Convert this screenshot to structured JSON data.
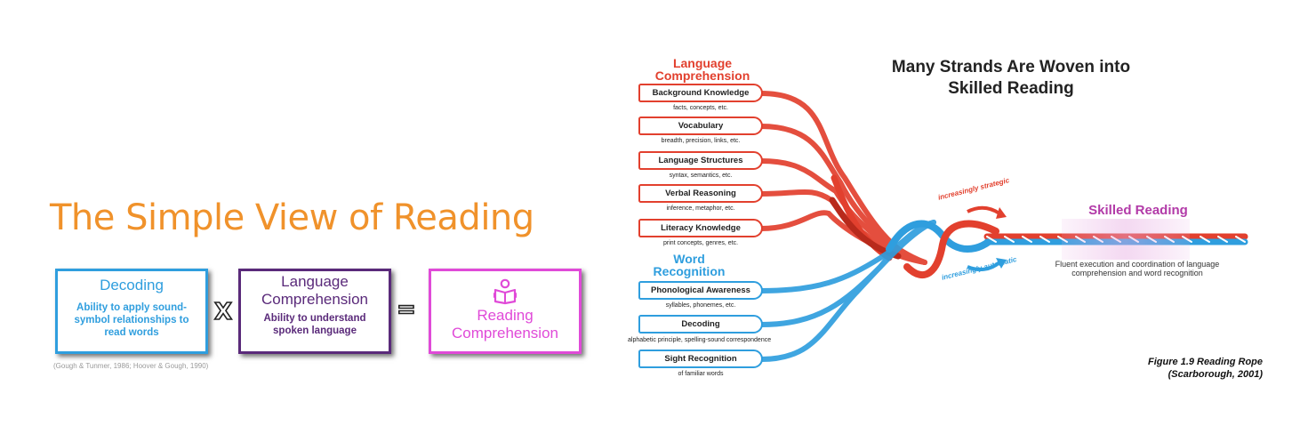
{
  "simple_view": {
    "title": "The Simple View of Reading",
    "decoding": {
      "heading": "Decoding",
      "description": "Ability to apply sound-symbol relationships to read words"
    },
    "operator_times": "X",
    "language_comprehension": {
      "heading": "Language Comprehension",
      "description": "Ability to understand spoken language"
    },
    "operator_equals": "=",
    "reading_comprehension": {
      "heading": "Reading Comprehension",
      "icon": "reading-person-icon"
    },
    "citation": "(Gough & Tunmer, 1986; Hoover & Gough, 1990)",
    "colors": {
      "title": "#f0922b",
      "decoding": "#2f9ede",
      "language_comprehension": "#5a2a7a",
      "reading_comprehension": "#e04ad8"
    }
  },
  "reading_rope": {
    "title": "Many Strands Are Woven into Skilled Reading",
    "language_comprehension": {
      "heading": "Language Comprehension",
      "strands": [
        {
          "label": "Background Knowledge",
          "detail": "facts, concepts, etc."
        },
        {
          "label": "Vocabulary",
          "detail": "breadth, precision, links, etc."
        },
        {
          "label": "Language Structures",
          "detail": "syntax, semantics, etc."
        },
        {
          "label": "Verbal Reasoning",
          "detail": "inference, metaphor, etc."
        },
        {
          "label": "Literacy Knowledge",
          "detail": "print concepts, genres, etc."
        }
      ]
    },
    "word_recognition": {
      "heading": "Word Recognition",
      "strands": [
        {
          "label": "Phonological Awareness",
          "detail": "syllables, phonemes, etc."
        },
        {
          "label": "Decoding",
          "detail": "alphabetic principle, spelling-sound correspondence"
        },
        {
          "label": "Sight Recognition",
          "detail": "of familiar words"
        }
      ]
    },
    "arrow_strategic": "increasingly strategic",
    "arrow_automatic": "increasingly automatic",
    "skilled_reading": {
      "heading": "Skilled Reading",
      "description": "Fluent execution and coordination of language comprehension and word recognition"
    },
    "caption": "Figure 1.9 Reading Rope (Scarborough, 2001)",
    "colors": {
      "language_comprehension": "#e2402e",
      "word_recognition": "#2f9ede",
      "skilled_reading": "#b23aa8"
    }
  }
}
